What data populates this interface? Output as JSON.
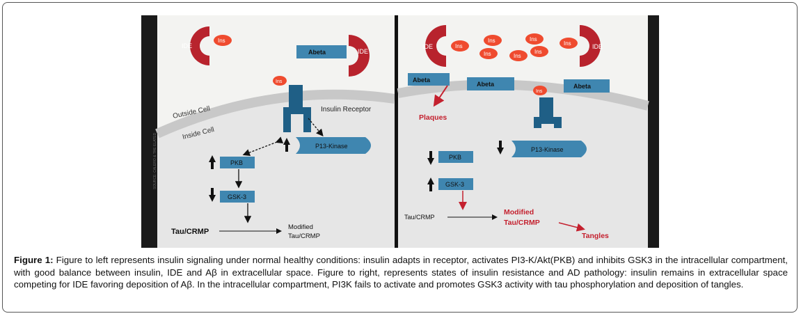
{
  "figure": {
    "left_panel": {
      "outside_cell": "Outside Cell",
      "inside_cell": "Inside Cell",
      "ide_left": "IDE",
      "ide_right": "IDE",
      "ins_top": "Ins",
      "ins_receptor": "Ins",
      "abeta": "Abeta",
      "insulin_receptor": "Insulin Receptor",
      "pi3_kinase": "P13-Kinase",
      "pkb": "PKB",
      "gsk3": "GSK-3",
      "tau_crmp": "Tau/CRMP",
      "modified_line1": "Modified",
      "modified_line2": "Tau/CRMP",
      "source": "SOURCE: CALERO & THE ELATED"
    },
    "right_panel": {
      "ide_left": "IDE",
      "ide_right": "IDE",
      "ins_labels": [
        "Ins",
        "Ins",
        "Ins",
        "Ins",
        "Ins",
        "Ins",
        "Ins"
      ],
      "ins_receptor": "Ins",
      "abeta_1": "Abeta",
      "abeta_2": "Abeta",
      "abeta_3": "Abeta",
      "plaques": "Plaques",
      "pi3_kinase": "P13-Kinase",
      "pkb": "PKB",
      "gsk3": "GSK-3",
      "tau_crmp": "Tau/CRMP",
      "modified_line1": "Modified",
      "modified_line2": "Tau/CRMP",
      "tangles": "Tangles"
    },
    "colors": {
      "ide": "#b8232d",
      "ins": "#ef4b2f",
      "box": "#3f86b0",
      "receptor": "#1f5f86",
      "red_text": "#c4202e",
      "membrane": "#dcdcdc",
      "extracellular": "#f3f3f1",
      "intracellular": "#e6e6e6"
    }
  },
  "caption": {
    "label": "Figure 1:",
    "text": " Figure to left represents insulin signaling under normal healthy conditions: insulin adapts in receptor, activates PI3-K/Akt(PKB) and inhibits GSK3 in the intracellular compartment, with good balance between insulin, IDE and Aβ in extracellular space. Figure to right, represents states of insulin resistance and AD pathology: insulin remains in extracellular space competing for IDE favoring deposition of Aβ. In the intracellular compartment, PI3K fails to activate and promotes GSK3 activity with tau phosphorylation and deposition of tangles."
  }
}
